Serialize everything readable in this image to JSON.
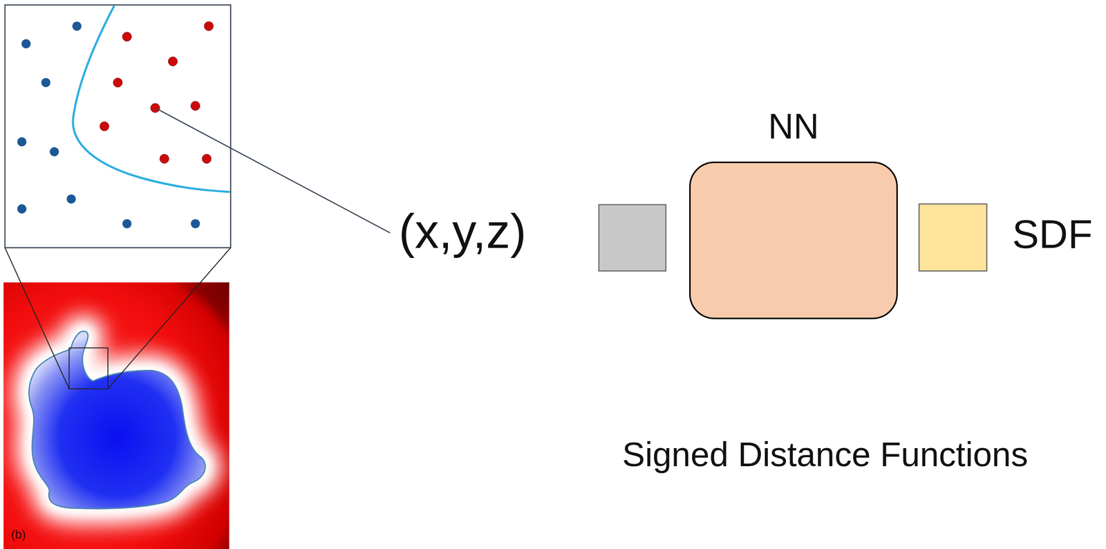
{
  "diagram": {
    "nodes": [
      {
        "text": [
          "NN"
        ]
      }
    ],
    "labels": [
      "(x,y,z)",
      "SDF",
      "Signed Distance Functions",
      "(b)"
    ]
  }
}
